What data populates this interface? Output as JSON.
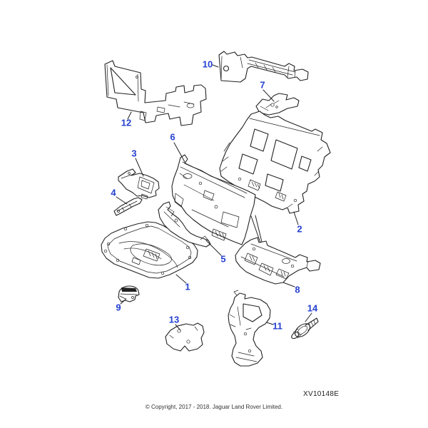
{
  "style": {
    "background": "#ffffff",
    "callout_color": "#2440d0",
    "line_color": "#222222"
  },
  "figure": {
    "code": "XV10148E",
    "copyright": "© Copyright, 2017 - 2018. Jaguar Land Rover Limited."
  },
  "callouts": [
    {
      "number": "1"
    },
    {
      "number": "2"
    },
    {
      "number": "3"
    },
    {
      "number": "4"
    },
    {
      "number": "5"
    },
    {
      "number": "6"
    },
    {
      "number": "7"
    },
    {
      "number": "8"
    },
    {
      "number": "9"
    },
    {
      "number": "10"
    },
    {
      "number": "11"
    },
    {
      "number": "12"
    },
    {
      "number": "13"
    },
    {
      "number": "14"
    }
  ]
}
